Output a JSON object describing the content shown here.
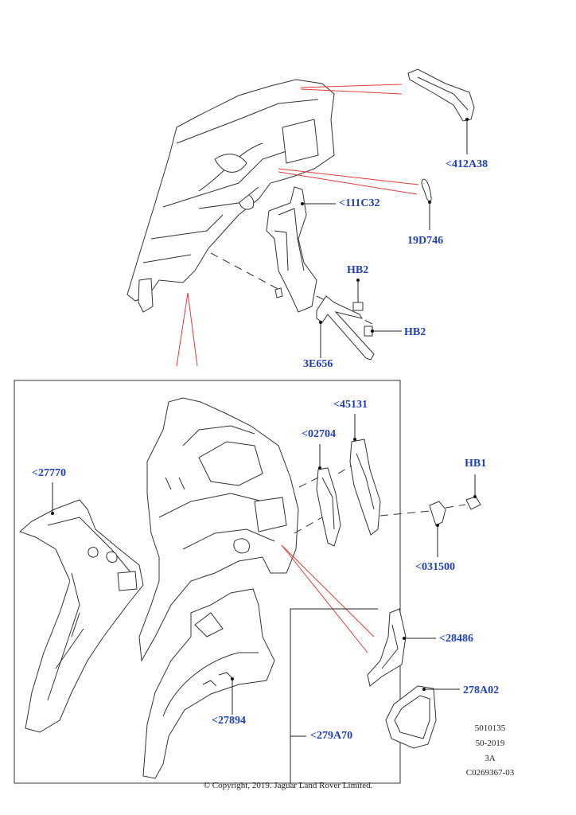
{
  "callouts": {
    "c412A38": "<412A38",
    "c111C32": "<111C32",
    "c19D746": "19D746",
    "hb2_upper": "HB2",
    "hb2_lower": "HB2",
    "c3E656": "3E656",
    "c45131": "<45131",
    "c02704": "<02704",
    "c27770": "<27770",
    "hb1": "HB1",
    "c031500": "<031500",
    "c28486": "<28486",
    "c278A02": "278A02",
    "c27894": "<27894",
    "c279A70": "<279A70"
  },
  "meta": {
    "line1": "5010135",
    "line2": "50-2019",
    "line3": "3A",
    "line4": "C0269367-03"
  },
  "copyright": "© Copyright, 2019. Jaguar Land Rover Limited.",
  "colors": {
    "callout": "#1f3fbf",
    "reference_line": "#e23b3b",
    "outline": "#333333"
  }
}
